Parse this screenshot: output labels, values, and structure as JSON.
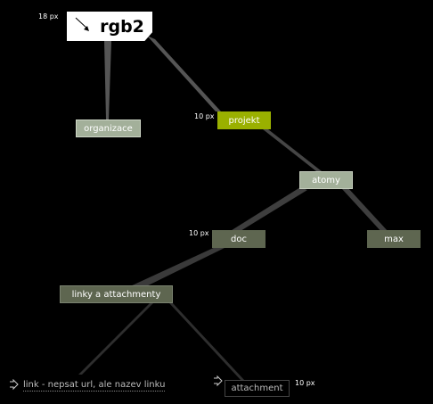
{
  "root": {
    "label": "rgb2",
    "size_label": "18 px"
  },
  "nodes": {
    "organizace": "organizace",
    "projekt": "projekt",
    "atomy": "atomy",
    "doc": "doc",
    "max": "max",
    "linky": "linky a attachmenty",
    "link": "link - nepsat url, ale nazev linku",
    "attachment": "attachment"
  },
  "size_labels": {
    "projekt": "10 px",
    "doc": "10 px",
    "attachment": "10 px"
  },
  "colors": {
    "root": "#ffffff",
    "projekt": "#9ab000",
    "light_node": "#a3b09a",
    "dark_node": "#5e6650"
  },
  "icons": [
    "arrow-icon",
    "link-icon"
  ]
}
